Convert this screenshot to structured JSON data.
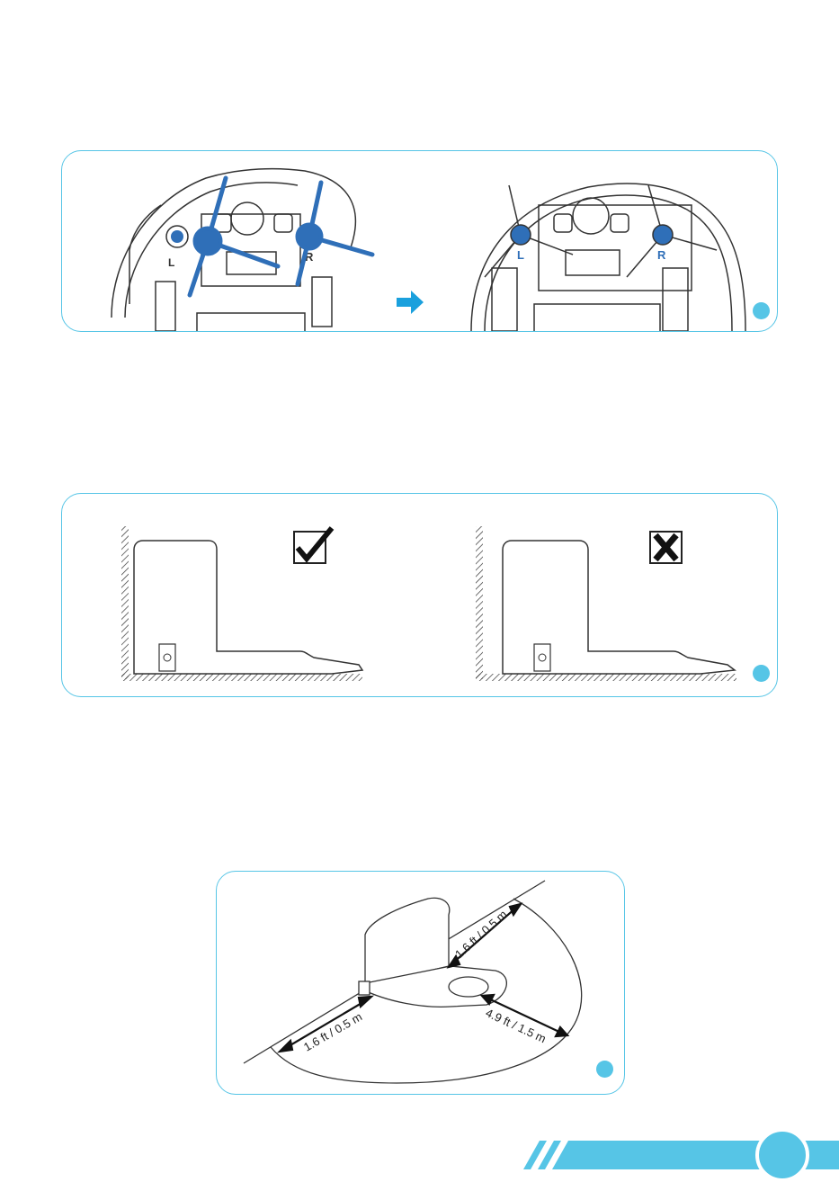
{
  "panel1": {
    "before": {
      "left_label": "L",
      "right_label": "R"
    },
    "after": {
      "left_label": "L",
      "right_label": "R"
    },
    "arrow_icon": "right-arrow-icon"
  },
  "panel2": {
    "correct_mark": "check-mark-icon",
    "wrong_mark": "x-mark-icon"
  },
  "panel3": {
    "dim_left": "1.6 ft / 0.5 m",
    "dim_right": "1.6 ft / 0.5 m",
    "dim_front": "4.9 ft / 1.5 m"
  },
  "colors": {
    "accent": "#56c5e6",
    "brush": "#2f6fb8",
    "line": "#333333"
  }
}
